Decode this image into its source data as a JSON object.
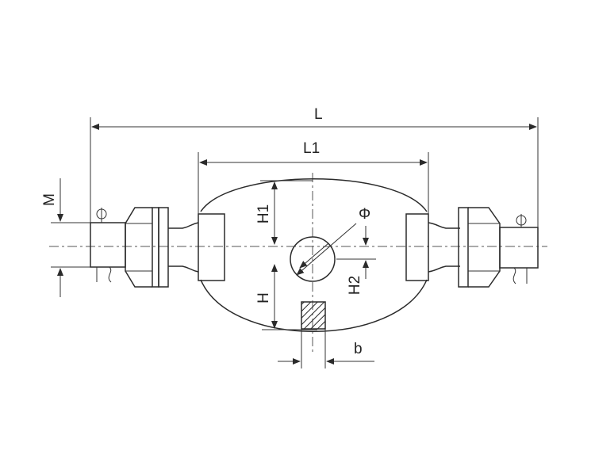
{
  "labels": {
    "overall_length": "L",
    "body_length": "L1",
    "thread": "M",
    "upper_height": "H1",
    "lower_height": "H",
    "hole_diameter": "Φ",
    "hole_offset": "H2",
    "slot_width": "b"
  },
  "colors": {
    "line": "#2b2b2b",
    "background": "#ffffff"
  }
}
